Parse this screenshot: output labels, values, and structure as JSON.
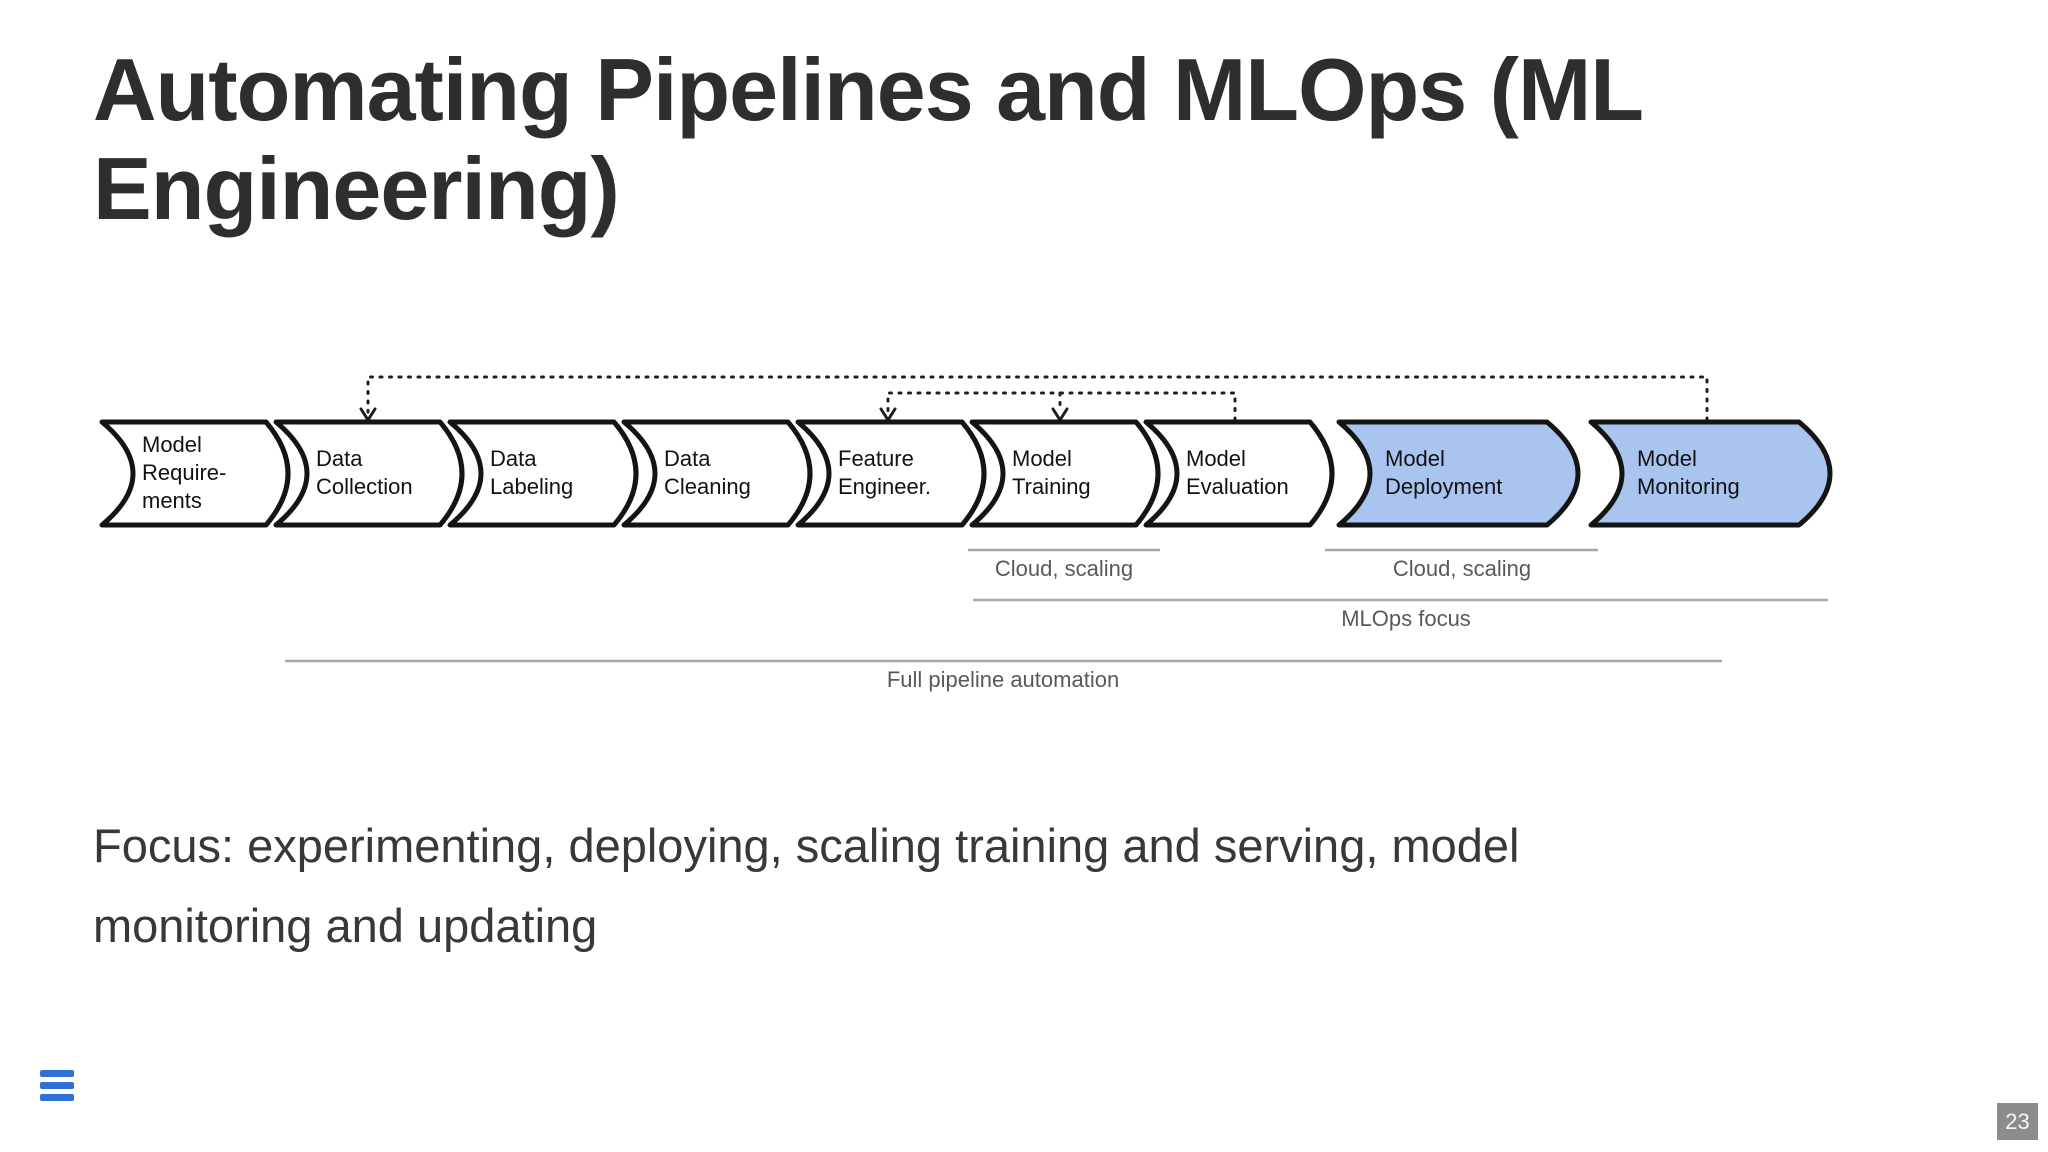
{
  "slide": {
    "title_line1": "Automating Pipelines and MLOps (ML",
    "title_line2": "Engineering)",
    "focus_line1": "Focus: experimenting, deploying, scaling training and serving, model",
    "focus_line2": "monitoring and updating",
    "page_number": "23"
  },
  "pipeline": {
    "stages": [
      {
        "label": "Model\nRequire-\nments",
        "highlighted": false
      },
      {
        "label": "Data\nCollection",
        "highlighted": false
      },
      {
        "label": "Data\nLabeling",
        "highlighted": false
      },
      {
        "label": "Data\nCleaning",
        "highlighted": false
      },
      {
        "label": "Feature\nEngineer.",
        "highlighted": false
      },
      {
        "label": "Model\nTraining",
        "highlighted": false
      },
      {
        "label": "Model\nEvaluation",
        "highlighted": false
      },
      {
        "label": "Model\nDeployment",
        "highlighted": true
      },
      {
        "label": "Model\nMonitoring",
        "highlighted": true
      }
    ],
    "feedback_arrows": [
      {
        "from": "Model Monitoring",
        "to": "Data Collection"
      },
      {
        "from": "Model Evaluation",
        "to": "Feature Engineer."
      },
      {
        "from": "Model Evaluation",
        "to": "Model Training"
      }
    ],
    "annotations": {
      "cloud_scaling_1": "Cloud, scaling",
      "cloud_scaling_2": "Cloud, scaling",
      "mlops_focus": "MLOps focus",
      "full_pipeline": "Full pipeline automation"
    }
  },
  "icons": {
    "menu": "hamburger-menu"
  },
  "colors": {
    "stage_highlight_fill": "#a9c4ef",
    "stage_stroke": "#141414",
    "annotation_line": "#a8a8a8",
    "annotation_text": "#595959",
    "menu_blue": "#2e6fd8",
    "page_badge_bg": "#8c8c8c",
    "title_text": "#2e2e2e"
  }
}
